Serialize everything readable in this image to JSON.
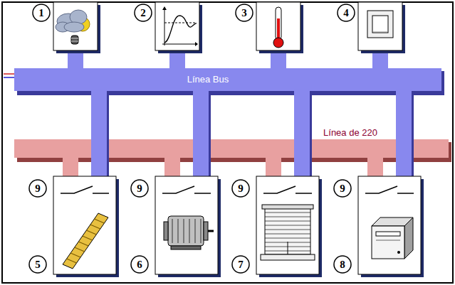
{
  "diagram": {
    "labels": [
      "1",
      "2",
      "3",
      "4",
      "Línea Bus",
      "Línea de 220",
      "9",
      "9",
      "9",
      "9",
      "5",
      "6",
      "7",
      "8"
    ]
  }
}
